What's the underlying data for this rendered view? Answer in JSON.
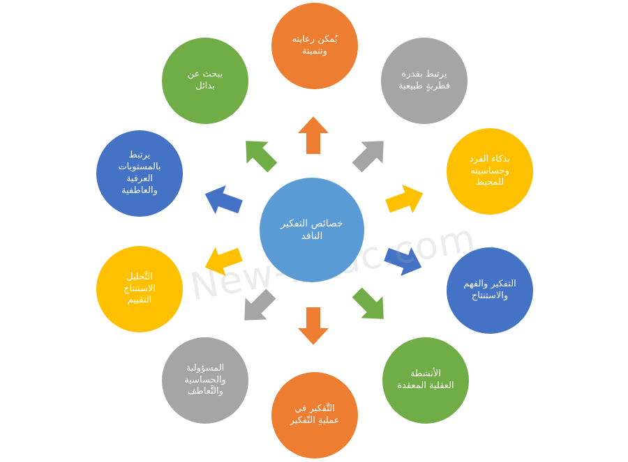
{
  "center": {
    "label": "خصائص التفكير\nالناقد",
    "color": "#5B9BD5"
  },
  "nodes": [
    {
      "id": "top",
      "label": "يُمكن رعايته\nوتنميتة",
      "color": "#ED7D31"
    },
    {
      "id": "upper-right",
      "label": "يرتبط بقدرة\nفطريةٍ طبيعية",
      "color": "#A5A5A5"
    },
    {
      "id": "right-upper",
      "label": "بذكاء الفرد\nوحساسيته\nللمحيط",
      "color": "#FFC000"
    },
    {
      "id": "right-lower",
      "label": "التفكير والفهم\nوالاستنتاج",
      "color": "#4472C4"
    },
    {
      "id": "lower-right",
      "label": "الأنشطة\nالعقلية المعقدة",
      "color": "#70AD47"
    },
    {
      "id": "bottom",
      "label": "التَّفكير في\nعمليةِ التّفكير",
      "color": "#ED7D31"
    },
    {
      "id": "lower-left",
      "label": "المسؤولية\nوالحساسية\nوالتَّعاطف",
      "color": "#A5A5A5"
    },
    {
      "id": "left-lower",
      "label": "التَّحليل\nالاستنتاج\nالتقييم",
      "color": "#FFC000"
    },
    {
      "id": "left-upper",
      "label": "يرتبط\nبالمستويات\nالعرفية\nوالعاطفية",
      "color": "#4472C4"
    },
    {
      "id": "upper-left",
      "label": "يبحث عن\nبدائل",
      "color": "#70AD47"
    }
  ],
  "watermark": "New-Educ.com"
}
